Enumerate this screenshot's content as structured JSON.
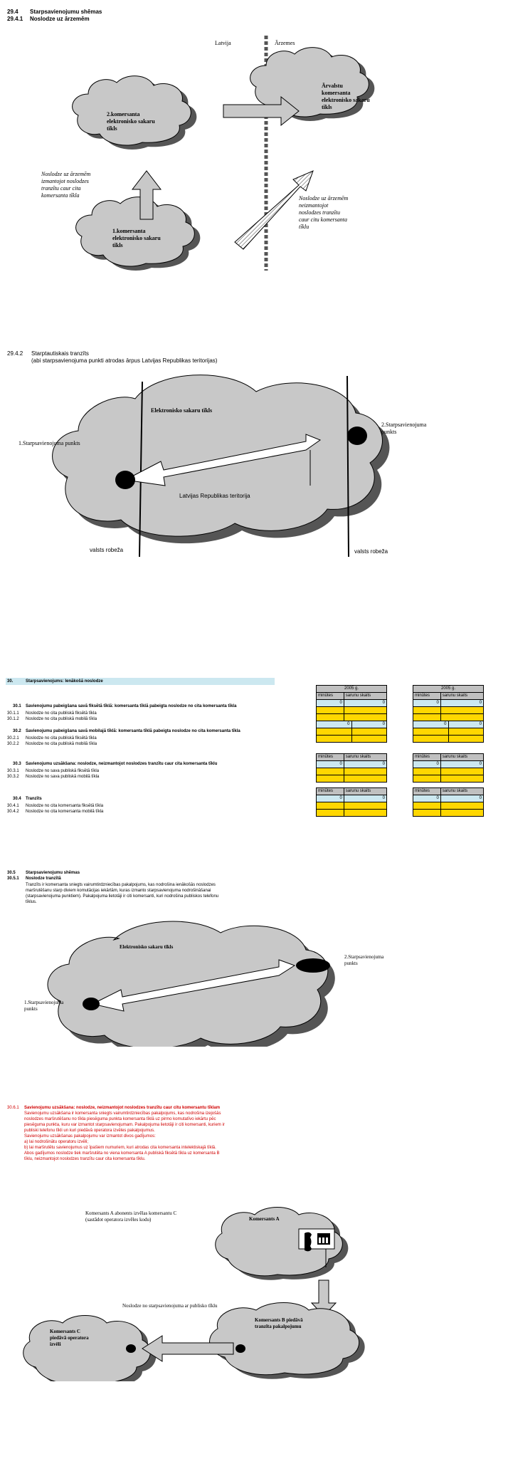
{
  "sec294": {
    "num": "29.4",
    "title": "Starpsavienojumu shēmas",
    "subnum": "29.4.1",
    "subtitle": "Noslodze uz ārzemēm"
  },
  "d1": {
    "latvija": "Latvija",
    "arzemes": "Ārzemes",
    "cloud_foreign": [
      "Ārvalstu",
      "komersanta",
      "elektronisko sakaru",
      "tīkls"
    ],
    "cloud2": [
      "2.komersanta",
      "elektronisko sakaru",
      "tīkls"
    ],
    "cloud1": [
      "1.komersanta",
      "elektronisko sakaru",
      "tīkls"
    ],
    "note_left": [
      "Noslodze uz ārzemēm",
      "izmantojot noslodzes",
      "tranzītu caur cita",
      "komersanta tīkla"
    ],
    "note_right": [
      "Noslodze uz ārzemēm",
      "neizmantojot",
      "noslodzes tranzītu",
      "caur citu komersanta",
      "tīklu"
    ]
  },
  "sec2942": {
    "num": "29.4.2",
    "title": "Starptautiskais tranzīts",
    "subtitle": "(abi starpsavienojuma punkti atrodas ārpus Latvijas Republikas teritorijas)"
  },
  "d2": {
    "cloud_label": "Elektronisko sakaru tīkls",
    "p1": "1.Starpsavienojuma punkts",
    "p2": [
      "2.Starpsavienojuma",
      "punkts"
    ],
    "territory": "Latvijas Republikas teritorija",
    "border_left": "valsts robeža",
    "border_right": "valsts robeža"
  },
  "sec30": {
    "num": "30.",
    "title": "Starpsavienojums: Ienākošā noslodze",
    "rows": [
      {
        "num": "30.1",
        "text": "Savienojumu pabeigšana savā fiksētā tīklā: komersanta tīklā pabeigta noslodze no cita komersanta tīkla",
        "bold": true
      },
      {
        "num": "30.1.1",
        "text": "Noslodze no cita publiskā fiksētā tīkla",
        "bold": false
      },
      {
        "num": "30.1.2",
        "text": "Noslodze no cita publiskā mobilā tīkla",
        "bold": false
      },
      {
        "num": "30.2",
        "text": "Savienojumu pabeigšana savā mobilajā tīklā: komersanta tīklā pabeigta noslodze no cita komersanta tīkla",
        "bold": true
      },
      {
        "num": "30.2.1",
        "text": "Noslodze no cita publiskā fiksētā tīkla",
        "bold": false
      },
      {
        "num": "30.2.2",
        "text": "Noslodze no cita publiskā mobilā tīkla",
        "bold": false
      },
      {
        "num": "30.3",
        "text": "Savienojumu uzsākšana: noslodze, neizmantojot noslodzes tranzītu caur cita komersanta tīklu",
        "bold": true
      },
      {
        "num": "30.3.1",
        "text": "Noslodze no sava publiskā fiksētā tīkla",
        "bold": false
      },
      {
        "num": "30.3.2",
        "text": "Noslodze no sava publiskā mobilā tīkla",
        "bold": false
      },
      {
        "num": "30.4",
        "text": "Tranzīts",
        "bold": true
      },
      {
        "num": "30.4.1",
        "text": "Noslodze no cita komersanta fiksētā tīkla",
        "bold": false
      },
      {
        "num": "30.4.2",
        "text": "Noslodze no cita komersanta mobilā tīkla",
        "bold": false
      }
    ],
    "table": {
      "year": "2005 g.",
      "col1": "minūtes",
      "col2": "sarunu skaits",
      "zero": "0"
    }
  },
  "sec305": {
    "num": "30.5",
    "title": "Starpsavienojumu shēmas",
    "subnum": "30.5.1",
    "subtitle": "Noslodze tranzītā",
    "para": [
      "Tranzīts ir komersanta sniegts vairumtirdzniecības pakalpojums, kas nodrošina ienākošās noslodzes",
      "maršrutēšanu starp diviem komutācijas iekārtām, kuras izmanto starpsavienojuma nodrošināšanai",
      "(starpsavienojuma punktiem). Pakalpojuma lietotāji ir citi komersanti, kuri nodrošina publiskos telefonu",
      "tīklus."
    ]
  },
  "d3": {
    "cloud_label": "Elektronisko sakaru tīkls",
    "p1": [
      "1.Starpsavienojuma",
      "punkts"
    ],
    "p2": [
      "2.Starpsavienojuma",
      "punkts"
    ]
  },
  "sec3061": {
    "num": "30.6.1",
    "title": "Savienojumu uzsākšana: noslodze, neizmantojot noslodzes tranzītu caur citu komersantu tīklam",
    "lines": [
      "Savienojumu uzsākšana ir komersanta sniegts vairumtirdzniecības pakalpojums, kas nodrošina izejošās",
      "noslodzes maršrutēšanu no tīkla piesēguma punkta komersanta tīklā uz pirmo komutatīvo iekārtu pēc",
      "piesēguma punkta, kuru var izmantot starpsavienojumam. Pakalpojuma lietotāji ir citi komersanti, kuriem ir",
      "publiski telefonu tīkli un kuri piedāvā operatora izvēles pakalpojumus.",
      "Savienojumu uzsākšanas pakalpojumu var izmantot divos gadījumos:",
      "a) lai nodrošinātu operatoru izvēli;",
      "b) lai maršrutētu savienojumus uz īpašiem numuriem, kuri atrodas cita komersanta intelektiskajā tīklā.",
      "Abos gadījumos noslodze tiek maršrutēta no viena komersanta A publiskā fiksētā tīkla uz komersanta B",
      "tīklu, neizmantojot noslodzes tranzītu caur cita komersanta tīklu."
    ]
  },
  "d4": {
    "caption": [
      "Komersants A abonents izvēlas komersantu C",
      "(sastādot operatora izvēles kodu)"
    ],
    "a": "Komersants A",
    "b": [
      "Komersants B piedāvā",
      "tranzīta pakalpojumu"
    ],
    "c": [
      "Komersants C",
      "piedāvā operatora",
      "izvēli"
    ],
    "arrow_label": "Noslodze no starpsavienojuma ar publisko tīklu"
  }
}
